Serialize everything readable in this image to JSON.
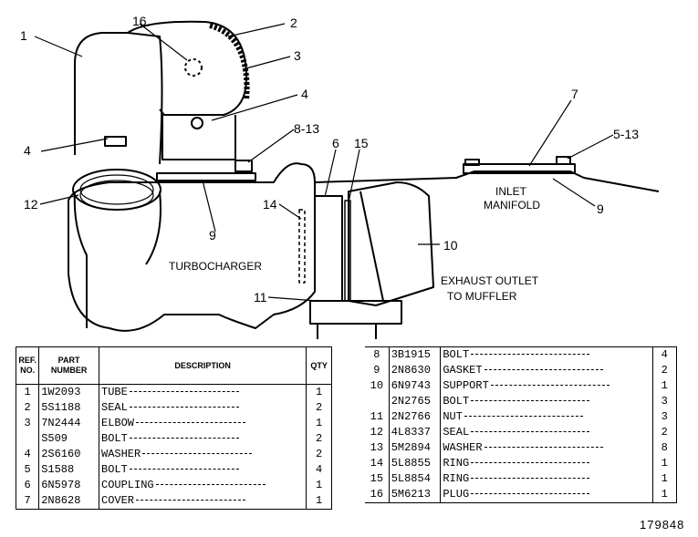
{
  "callouts": {
    "c1": "1",
    "c2": "2",
    "c3": "3",
    "c4a": "4",
    "c4b": "4",
    "c7": "7",
    "c5_13": "5-13",
    "c8_13": "8-13",
    "c6": "6",
    "c15": "15",
    "c16": "16",
    "c12": "12",
    "c14": "14",
    "c9a": "9",
    "c9b": "9",
    "c10": "10",
    "c11": "11"
  },
  "labels": {
    "turbocharger": "TURBOCHARGER",
    "inlet_line1": "INLET",
    "inlet_line2": "MANIFOLD",
    "exhaust_line1": "EXHAUST OUTLET",
    "exhaust_line2": "TO MUFFLER"
  },
  "table_headers": {
    "ref_l1": "REF.",
    "ref_l2": "NO.",
    "part_l1": "PART",
    "part_l2": "NUMBER",
    "description": "DESCRIPTION",
    "qty": "QTY"
  },
  "parts_left": [
    {
      "ref": "1",
      "part": "1W2093",
      "desc": "TUBE",
      "qty": "1"
    },
    {
      "ref": "2",
      "part": "5S1188",
      "desc": "SEAL",
      "qty": "2"
    },
    {
      "ref": "3",
      "part": "7N2444",
      "desc": "ELBOW",
      "qty": "1"
    },
    {
      "ref": "",
      "part": "S509",
      "desc": "BOLT",
      "qty": "2"
    },
    {
      "ref": "4",
      "part": "2S6160",
      "desc": "WASHER",
      "qty": "2"
    },
    {
      "ref": "5",
      "part": "S1588",
      "desc": "BOLT",
      "qty": "4"
    },
    {
      "ref": "6",
      "part": "6N5978",
      "desc": "COUPLING",
      "qty": "1"
    },
    {
      "ref": "7",
      "part": "2N8628",
      "desc": "COVER",
      "qty": "1"
    }
  ],
  "parts_right": [
    {
      "ref": "8",
      "part": "3B1915",
      "desc": "BOLT",
      "qty": "4"
    },
    {
      "ref": "9",
      "part": "2N8630",
      "desc": "GASKET",
      "qty": "2"
    },
    {
      "ref": "10",
      "part": "6N9743",
      "desc": "SUPPORT",
      "qty": "1"
    },
    {
      "ref": "",
      "part": "2N2765",
      "desc": "BOLT",
      "qty": "3"
    },
    {
      "ref": "11",
      "part": "2N2766",
      "desc": "NUT",
      "qty": "3"
    },
    {
      "ref": "12",
      "part": "4L8337",
      "desc": "SEAL",
      "qty": "2"
    },
    {
      "ref": "13",
      "part": "5M2894",
      "desc": "WASHER",
      "qty": "8"
    },
    {
      "ref": "14",
      "part": "5L8855",
      "desc": "RING",
      "qty": "1"
    },
    {
      "ref": "15",
      "part": "5L8854",
      "desc": "RING",
      "qty": "1"
    },
    {
      "ref": "16",
      "part": "5M6213",
      "desc": "PLUG",
      "qty": "1"
    }
  ],
  "drawing_number": "179848"
}
